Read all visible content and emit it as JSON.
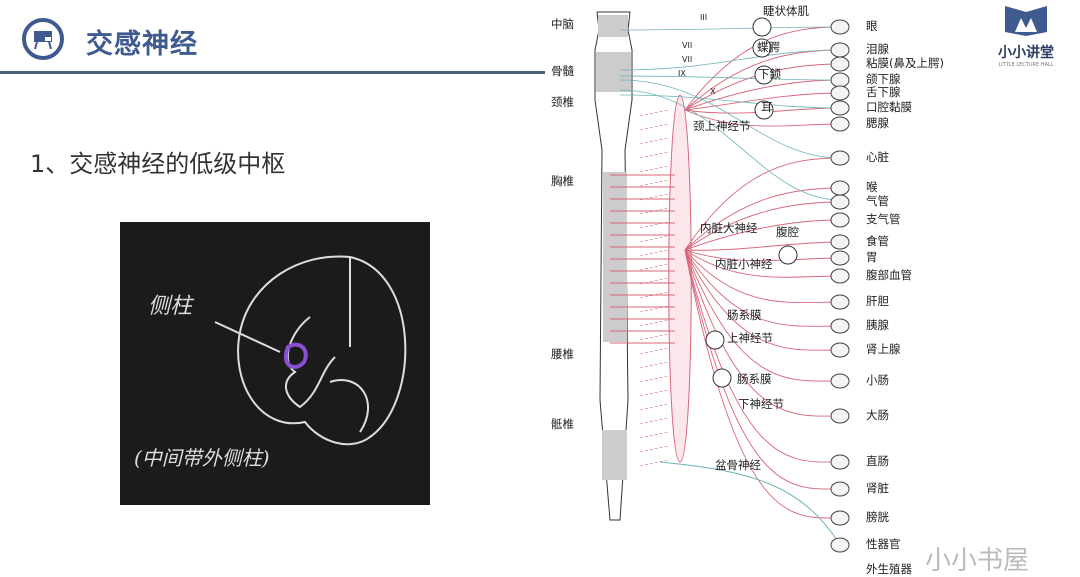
{
  "header": {
    "title": "交感神经",
    "icon": "presentation-board-icon",
    "accent": "#3f5a8f"
  },
  "main": {
    "subtitle": "1、交感神经的低级中枢"
  },
  "photo": {
    "label_lateral_horn": "侧柱",
    "label_caption": "(中间带外侧柱)"
  },
  "logo": {
    "name": "小小讲堂",
    "tagline": "LITTLE LECTURE HALL"
  },
  "diagram": {
    "spine_labels": [
      "中脑",
      "骨髓",
      "颈椎",
      "胸椎",
      "腰椎",
      "骶椎"
    ],
    "cranial_nerves": [
      "III",
      "VII",
      "VII",
      "IX",
      "X"
    ],
    "ganglia": [
      "睫状体肌",
      "蝶腭",
      "下颌",
      "耳",
      "颈上神经节",
      "内脏大神经",
      "腹腔",
      "内脏小神经",
      "肠系膜",
      "上神经节",
      "肠系膜",
      "下神经节",
      "盆骨神经"
    ],
    "organs": [
      "眼",
      "泪腺",
      "粘膜(鼻及上腭)",
      "颌下腺",
      "舌下腺",
      "口腔黏膜",
      "腮腺",
      "心脏",
      "喉",
      "气管",
      "支气管",
      "食管",
      "胃",
      "腹部血管",
      "肝胆",
      "胰腺",
      "肾上腺",
      "小肠",
      "大肠",
      "直肠",
      "肾脏",
      "膀胱",
      "性器官",
      "外生殖器"
    ],
    "colors": {
      "sympathetic": "#d9667a",
      "parasympathetic": "#6fb3b8"
    }
  },
  "watermark": "小小书屋"
}
